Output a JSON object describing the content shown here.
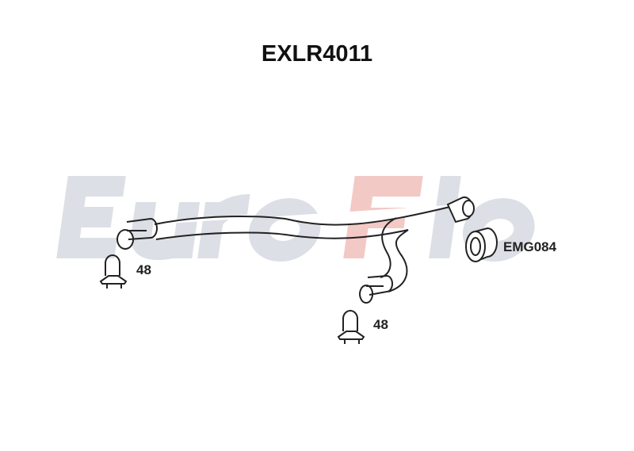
{
  "title": "EXLR4011",
  "watermark": {
    "text_part1": "Euro",
    "text_part2": "F",
    "text_part3": "lo",
    "gray": "#dcdfe5",
    "red": "#f3c9c6"
  },
  "parts": {
    "clamp_1_label": "48",
    "clamp_2_label": "48",
    "mount_label": "EMG084"
  }
}
